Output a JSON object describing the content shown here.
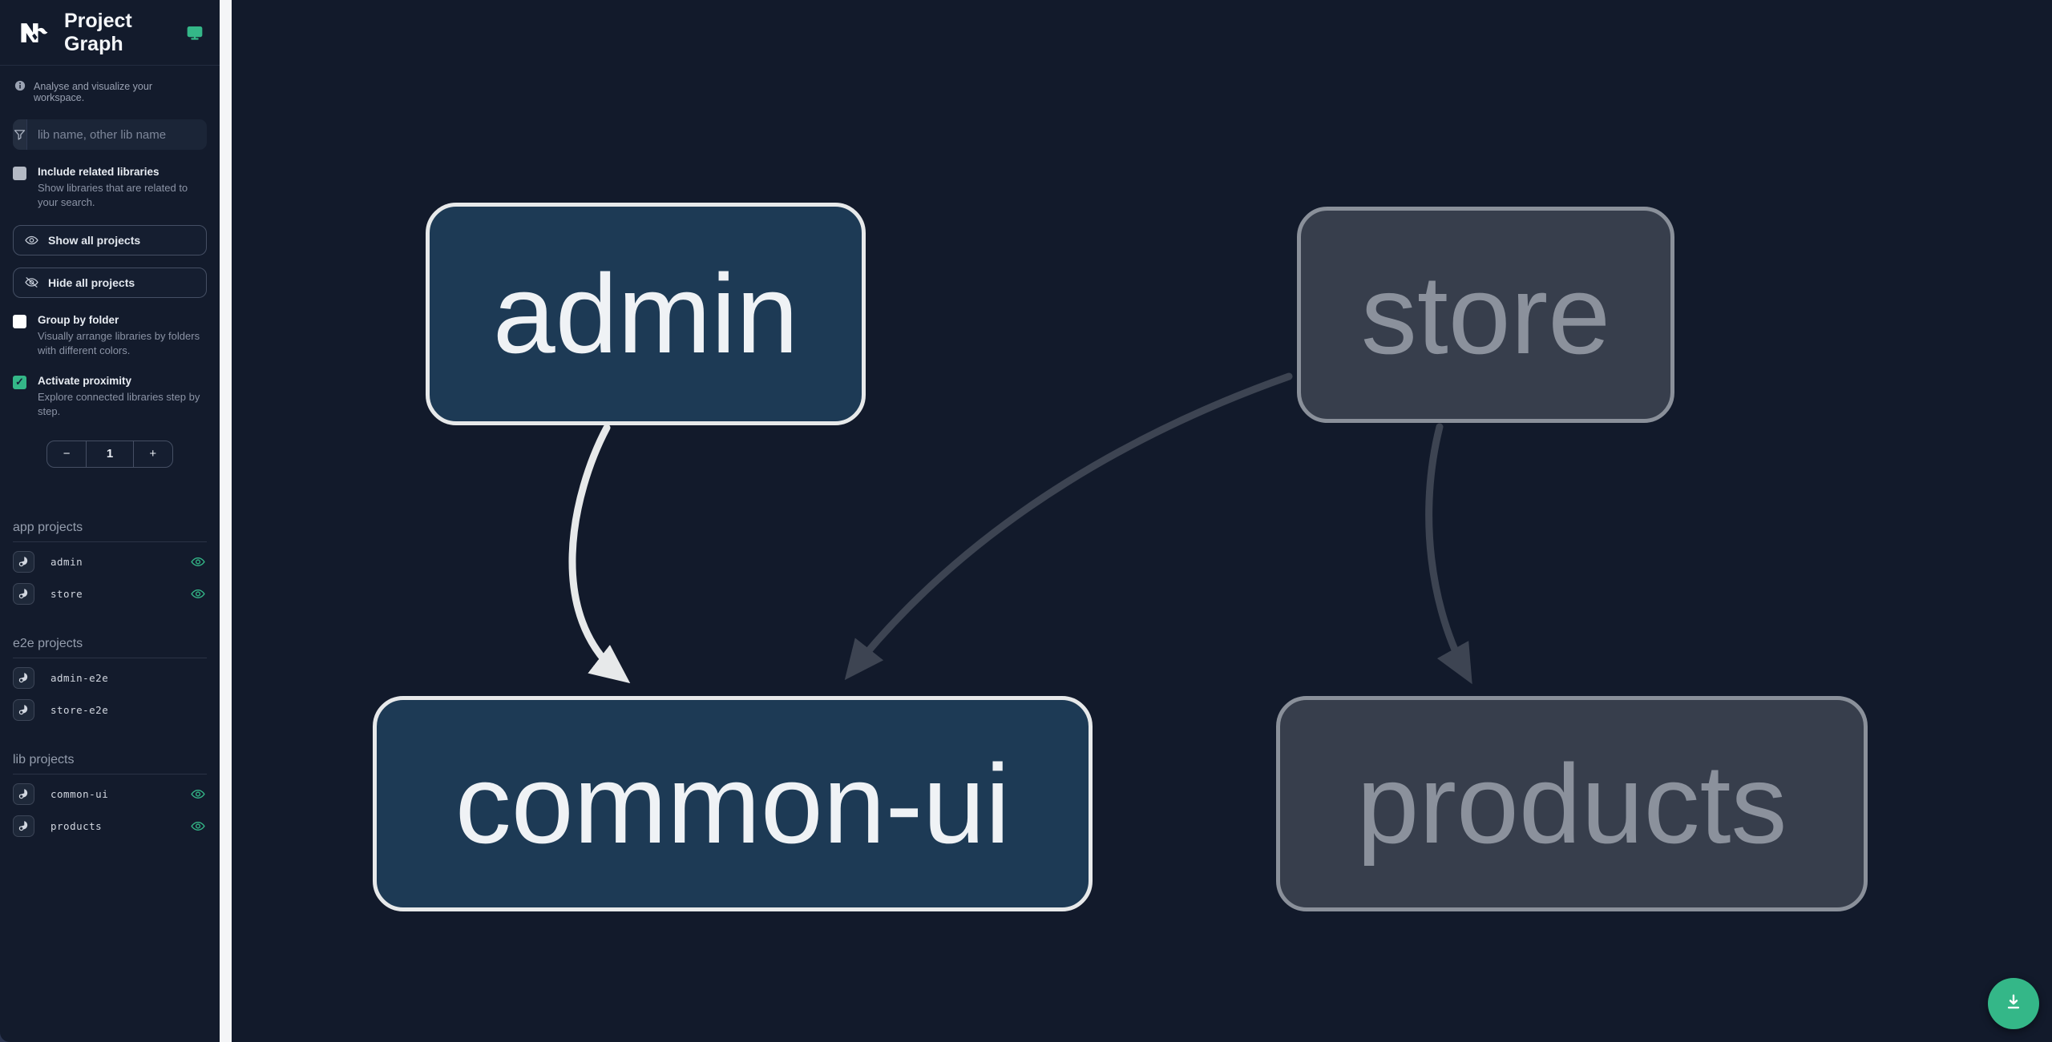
{
  "app": {
    "title": "Project Graph"
  },
  "info_banner": {
    "text": "Analyse and visualize your workspace."
  },
  "search": {
    "placeholder": "lib name, other lib name",
    "value": ""
  },
  "filters": {
    "include_related": {
      "label": "Include related libraries",
      "description": "Show libraries that are related to your search.",
      "checked": false
    },
    "show_all_label": "Show all projects",
    "hide_all_label": "Hide all projects",
    "group_by_folder": {
      "label": "Group by folder",
      "description": "Visually arrange libraries by folders with different colors.",
      "checked": false
    },
    "activate_proximity": {
      "label": "Activate proximity",
      "description": "Explore connected libraries step by step.",
      "checked": true,
      "check_glyph": "✓"
    },
    "proximity": {
      "decrement": "−",
      "value": "1",
      "increment": "+"
    }
  },
  "sections": [
    {
      "title": "app projects",
      "items": [
        {
          "name": "admin",
          "visible": true
        },
        {
          "name": "store",
          "visible": true
        }
      ]
    },
    {
      "title": "e2e projects",
      "items": [
        {
          "name": "admin-e2e",
          "visible": false
        },
        {
          "name": "store-e2e",
          "visible": false
        }
      ]
    },
    {
      "title": "lib projects",
      "items": [
        {
          "name": "common-ui",
          "visible": true
        },
        {
          "name": "products",
          "visible": true
        }
      ]
    }
  ],
  "graph": {
    "nodes": [
      {
        "id": "admin",
        "label": "admin",
        "state": "highlighted"
      },
      {
        "id": "store",
        "label": "store",
        "state": "faded"
      },
      {
        "id": "common-ui",
        "label": "common-ui",
        "state": "highlighted"
      },
      {
        "id": "products",
        "label": "products",
        "state": "faded"
      }
    ],
    "edges": [
      {
        "from": "admin",
        "to": "common-ui",
        "state": "highlighted"
      },
      {
        "from": "store",
        "to": "common-ui",
        "state": "faded"
      },
      {
        "from": "store",
        "to": "products",
        "state": "faded"
      }
    ]
  },
  "fab": {
    "action": "download"
  },
  "colors": {
    "accent_teal": "#34b788",
    "node_highlight_fill": "#1d3a55",
    "node_highlight_border": "#e7e9ea",
    "node_faded_fill": "#373e4c",
    "node_faded_border": "#8a909a",
    "edge_highlight": "#e7e9ea",
    "edge_faded": "#3d4452",
    "background": "#121a2b"
  }
}
